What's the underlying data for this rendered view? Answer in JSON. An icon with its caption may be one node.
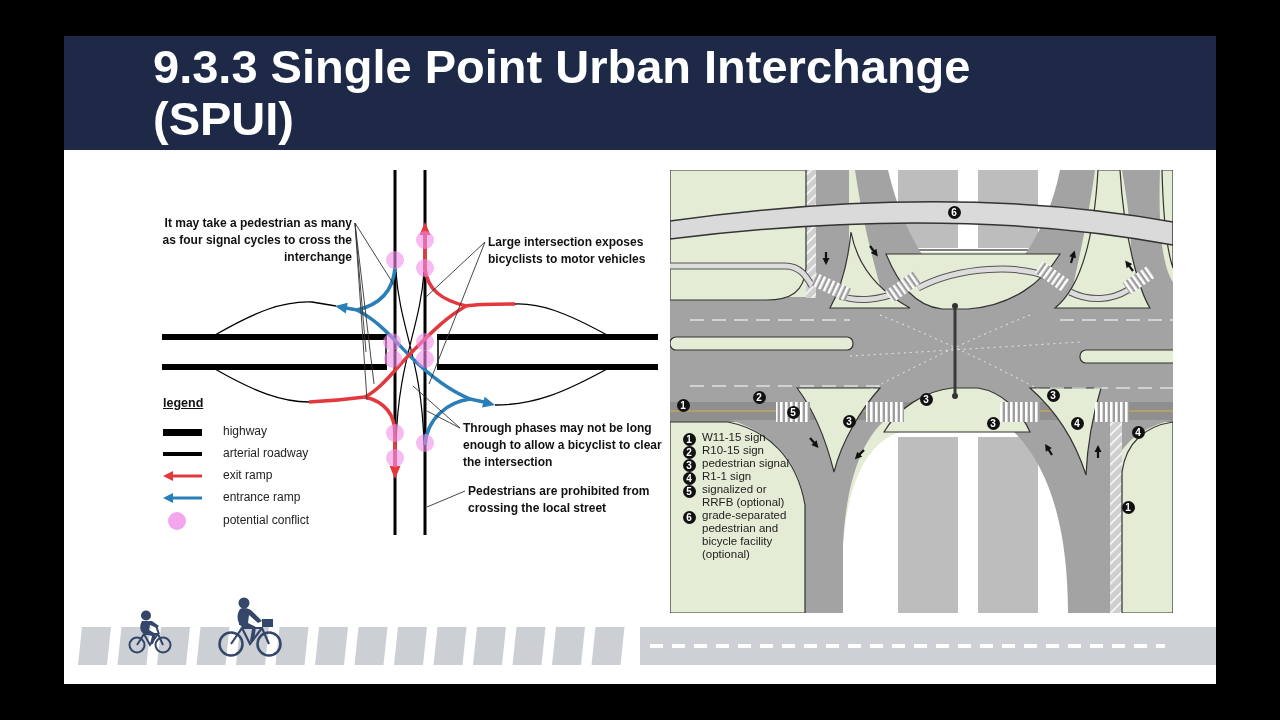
{
  "diagram": {
    "title": "9.3.3 Single Point Urban Interchange (SPUI)",
    "nodes": [
      {
        "text": [
          "It may take a pedestrian as many as four signal cycles to cross the interchange"
        ]
      },
      {
        "text": [
          "Large intersection exposes bicyclists to motor vehicles"
        ]
      },
      {
        "text": [
          "Through phases may not be long enough to allow a bicyclist to clear the intersection"
        ]
      },
      {
        "text": [
          "Pedestrians are prohibited from crossing the local street"
        ]
      }
    ],
    "edges": [
      {
        "from": 0,
        "to": null,
        "arrow": "none"
      },
      {
        "from": 0,
        "to": null,
        "arrow": "none"
      },
      {
        "from": 0,
        "to": null,
        "arrow": "none"
      },
      {
        "from": 0,
        "to": null,
        "arrow": "none"
      },
      {
        "from": 1,
        "to": null,
        "arrow": "none"
      },
      {
        "from": 1,
        "to": null,
        "arrow": "none"
      },
      {
        "from": 2,
        "to": null,
        "arrow": "none"
      },
      {
        "from": 2,
        "to": null,
        "arrow": "none"
      },
      {
        "from": 3,
        "to": null,
        "arrow": "none"
      }
    ],
    "labels": [
      "legend",
      "6",
      "1",
      "2",
      "5",
      "3",
      "3",
      "3",
      "3",
      "4",
      "4",
      "1",
      "1",
      "W11-15 sign",
      "2",
      "R10-15 sign",
      "3",
      "pedestrian signal",
      "4",
      "R1-1 sign",
      "5",
      "signalized or RRFB (optional)",
      "6",
      "grade-separated pedestrian and bicycle facility (optional)"
    ],
    "legend": [
      {
        "text": "highway"
      },
      {
        "text": "arterial roadway"
      },
      {
        "text": "exit ramp"
      },
      {
        "text": "entrance ramp"
      },
      {
        "text": "potential conflict",
        "color": "#f3a6ec"
      }
    ]
  }
}
